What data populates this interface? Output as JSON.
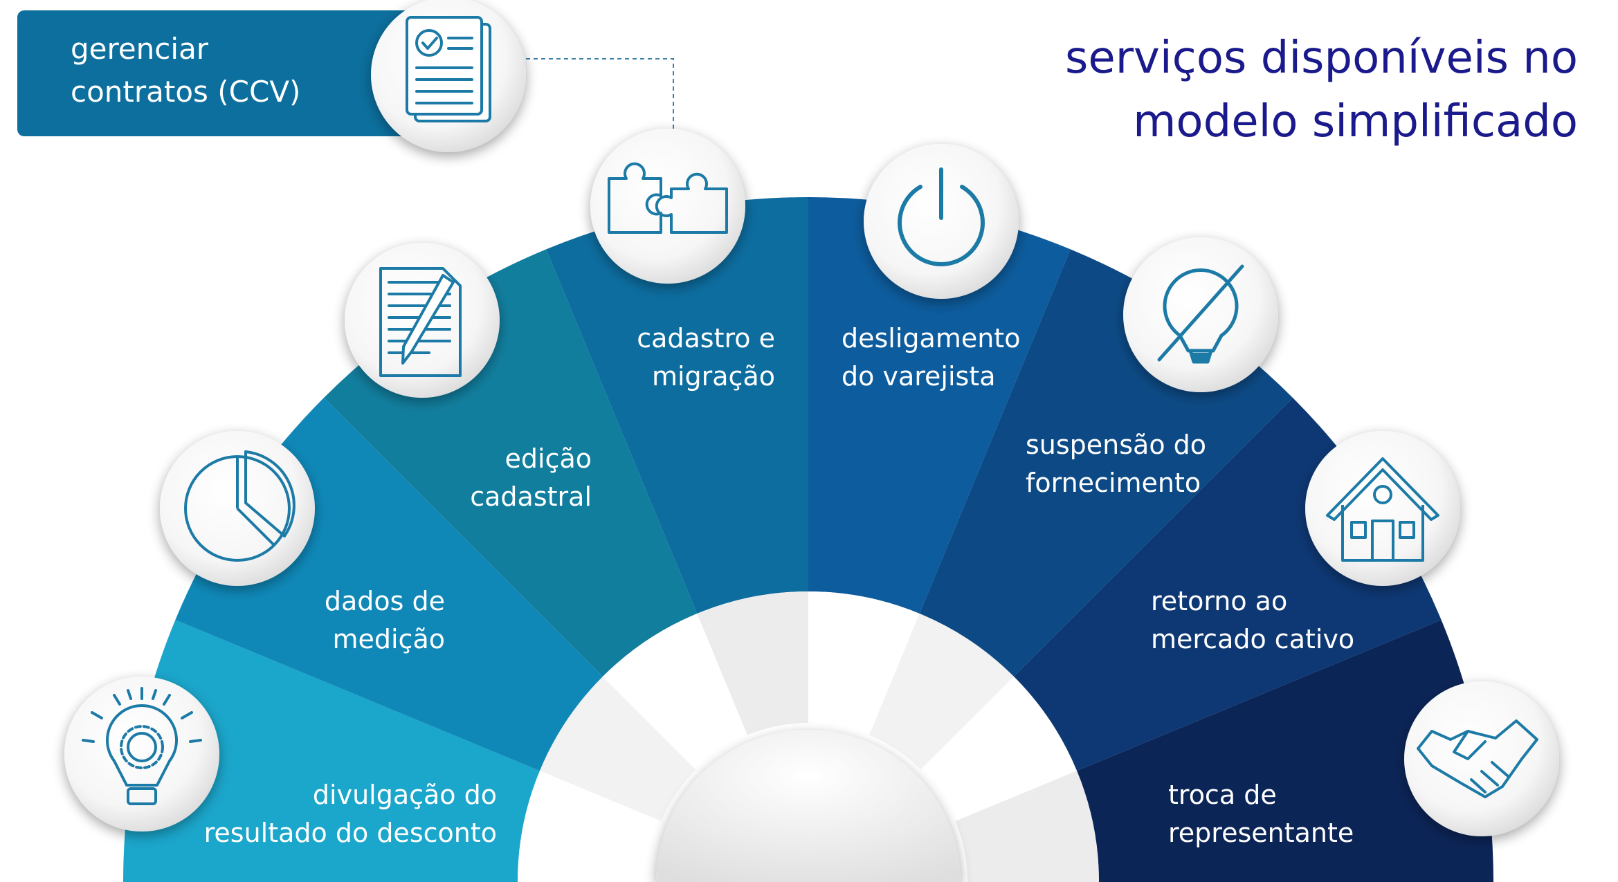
{
  "title": {
    "line1": "serviços disponíveis no",
    "line2": "modelo simplificado"
  },
  "ccv": {
    "line1": "gerenciar",
    "line2": "contratos (CCV)",
    "icon": "checklist-document-icon"
  },
  "services": [
    {
      "line1": "divulgação do",
      "line2": "resultado do desconto",
      "color": "#1ba6cb",
      "icon": "lightbulb-gear-icon"
    },
    {
      "line1": "dados de",
      "line2": "medição",
      "color": "#0f88b8",
      "icon": "pie-chart-icon"
    },
    {
      "line1": "edição",
      "line2": "cadastral",
      "color": "#127e9e",
      "icon": "document-pen-icon"
    },
    {
      "line1": "cadastro e",
      "line2": "migração",
      "color": "#0d6d9f",
      "icon": "puzzle-icon"
    },
    {
      "line1": "desligamento",
      "line2": "do varejista",
      "color": "#0d5c9d",
      "icon": "power-icon"
    },
    {
      "line1": "suspensão do",
      "line2": "fornecimento",
      "color": "#0d4a85",
      "icon": "lightbulb-off-icon"
    },
    {
      "line1": "retorno ao",
      "line2": "mercado cativo",
      "color": "#0e3874",
      "icon": "house-icon"
    },
    {
      "line1": "troca de",
      "line2": "representante",
      "color": "#0c2557",
      "icon": "handshake-icon"
    }
  ],
  "colors": {
    "ccv_box": "#0c6f9d",
    "icon_stroke": "#1c7aa6",
    "title": "#1a1a8c"
  }
}
